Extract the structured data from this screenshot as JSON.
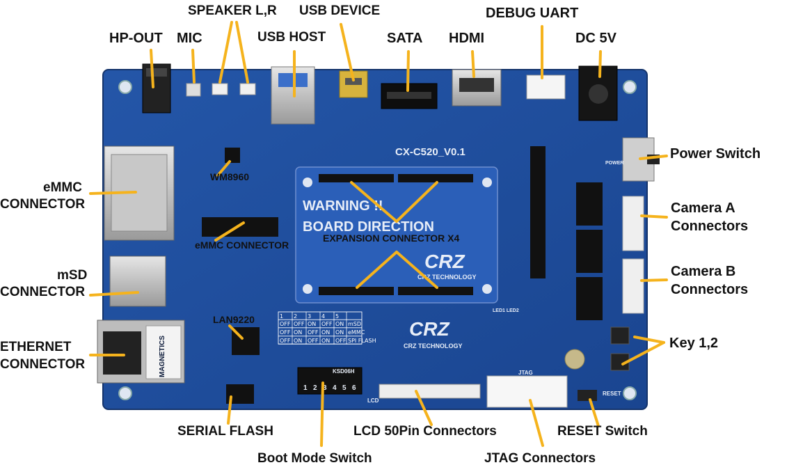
{
  "board": {
    "model": "CX-C520_V0.1",
    "warning_line1": "WARNING !!",
    "warning_line2": "BOARD DIRECTION",
    "brand": "CRZ",
    "brand_sub": "CRZ TECHNOLOGY",
    "chip_audio": "WM8960",
    "chip_lan": "LAN9220",
    "ethernet_jack_text": "MAGNETICS",
    "boot_switch_text": "KSD06H",
    "boot_switch_numbers": [
      "1",
      "2",
      "3",
      "4",
      "5",
      "6"
    ],
    "lcd_silk": "LCD",
    "jtag_silk": "JTAG",
    "reset_silk": "RESET",
    "power_silk": "POWER",
    "led_silk": "LED1 LED2",
    "boot_table": {
      "header": [
        "1",
        "2",
        "3",
        "4",
        "5",
        ""
      ],
      "rows": [
        [
          "OFF",
          "OFF",
          "ON",
          "OFF",
          "ON",
          "mSD"
        ],
        [
          "OFF",
          "ON",
          "OFF",
          "ON",
          "ON",
          "eMMC"
        ],
        [
          "OFF",
          "ON",
          "OFF",
          "ON",
          "OFF",
          "SPI FLASH"
        ]
      ]
    }
  },
  "callouts": {
    "hp_out": "HP-OUT",
    "mic": "MIC",
    "speaker": "SPEAKER L,R",
    "usb_host": "USB HOST",
    "usb_device": "USB DEVICE",
    "sata": "SATA",
    "hdmi": "HDMI",
    "debug_uart": "DEBUG UART",
    "dc_5v": "DC 5V",
    "power_switch": "Power Switch",
    "camera_a": [
      "Camera A",
      "Connectors"
    ],
    "camera_b": [
      "Camera B",
      "Connectors"
    ],
    "key": "Key 1,2",
    "reset_switch": "RESET Switch",
    "jtag": "JTAG Connectors",
    "lcd": "LCD 50Pin Connectors",
    "boot_mode": "Boot Mode Switch",
    "serial_flash": "SERIAL FLASH",
    "ethernet": [
      "ETHERNET",
      "CONNECTOR"
    ],
    "msd": [
      "mSD",
      "CONNECTOR"
    ],
    "emmc_left": [
      "eMMC",
      "CONNECTOR"
    ],
    "emmc_onboard": "eMMC CONNECTOR",
    "expansion": "EXPANSION CONNECTOR X4",
    "wm8960": "WM8960",
    "lan9220": "LAN9220"
  },
  "colors": {
    "pcb": "#1f4f9e",
    "pcb_dark": "#183d7c",
    "callout_line": "#f5b31d",
    "silkscreen": "#e8eef8"
  }
}
